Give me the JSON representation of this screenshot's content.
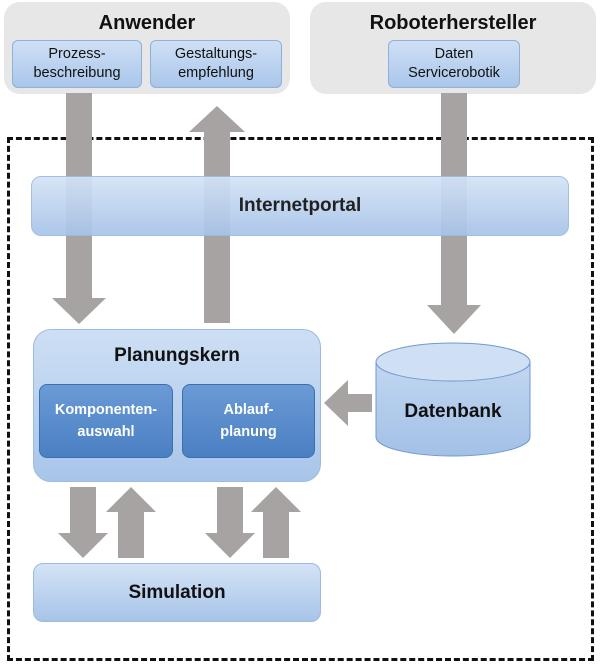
{
  "anwender": {
    "title": "Anwender",
    "prozess": {
      "line1": "Prozess-",
      "line2": "beschreibung"
    },
    "gestaltung": {
      "line1": "Gestaltungs-",
      "line2": "empfehlung"
    }
  },
  "hersteller": {
    "title": "Roboterhersteller",
    "daten": {
      "line1": "Daten",
      "line2": "Servicerobotik"
    }
  },
  "internetportal": "Internetportal",
  "planungskern": {
    "title": "Planungskern",
    "komponenten": {
      "line1": "Komponenten-",
      "line2": "auswahl"
    },
    "ablauf": {
      "line1": "Ablauf-",
      "line2": "planung"
    }
  },
  "datenbank": "Datenbank",
  "simulation": "Simulation",
  "colors": {
    "arrow": "#a7a3a2",
    "light_blue": "#b9d0ee",
    "dark_blue": "#4f84c6",
    "container_grey": "#e7e7e7"
  }
}
